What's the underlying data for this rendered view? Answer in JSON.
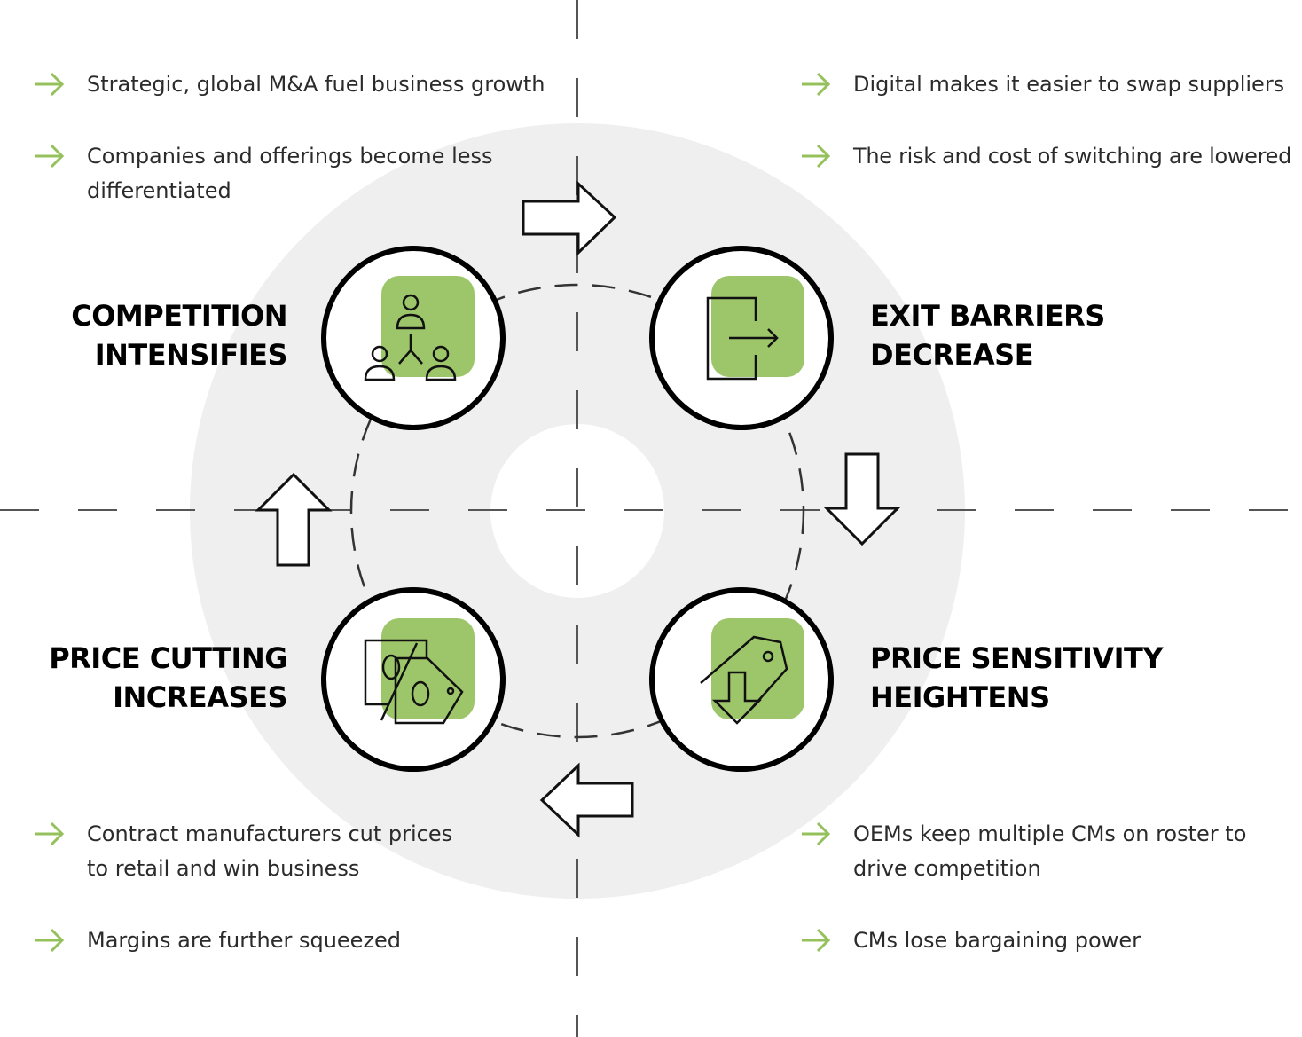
{
  "colors": {
    "accent_green": "#9dc66a",
    "arrow_green": "#94c15b",
    "background_disc": "#efefef",
    "outline": "#111111",
    "dash": "#555555"
  },
  "stages": {
    "competition": {
      "line1": "COMPETITION",
      "line2": "INTENSIFIES",
      "icon": "people-network-icon"
    },
    "exit_barriers": {
      "line1": "EXIT BARRIERS",
      "line2": "DECREASE",
      "icon": "exit-door-icon"
    },
    "price_sensitivity": {
      "line1": "PRICE SENSITIVITY",
      "line2": "HEIGHTENS",
      "icon": "price-tag-down-icon"
    },
    "price_cutting": {
      "line1": "PRICE CUTTING",
      "line2": "INCREASES",
      "icon": "percent-tag-icon"
    }
  },
  "bullets": {
    "top_left": [
      {
        "text": "Strategic, global M&A fuel business growth"
      },
      {
        "text_line1": "Companies and offerings become less",
        "text_line2": "differentiated"
      }
    ],
    "top_right": [
      {
        "text": "Digital makes it easier to swap suppliers"
      },
      {
        "text": "The risk and cost of switching are lowered"
      }
    ],
    "bottom_left": [
      {
        "text_line1": "Contract manufacturers cut prices",
        "text_line2": "to retail and win business"
      },
      {
        "text": "Margins are further squeezed"
      }
    ],
    "bottom_right": [
      {
        "text_line1": "OEMs keep multiple CMs on roster to",
        "text_line2": "drive competition"
      },
      {
        "text": "CMs lose bargaining power"
      }
    ]
  }
}
